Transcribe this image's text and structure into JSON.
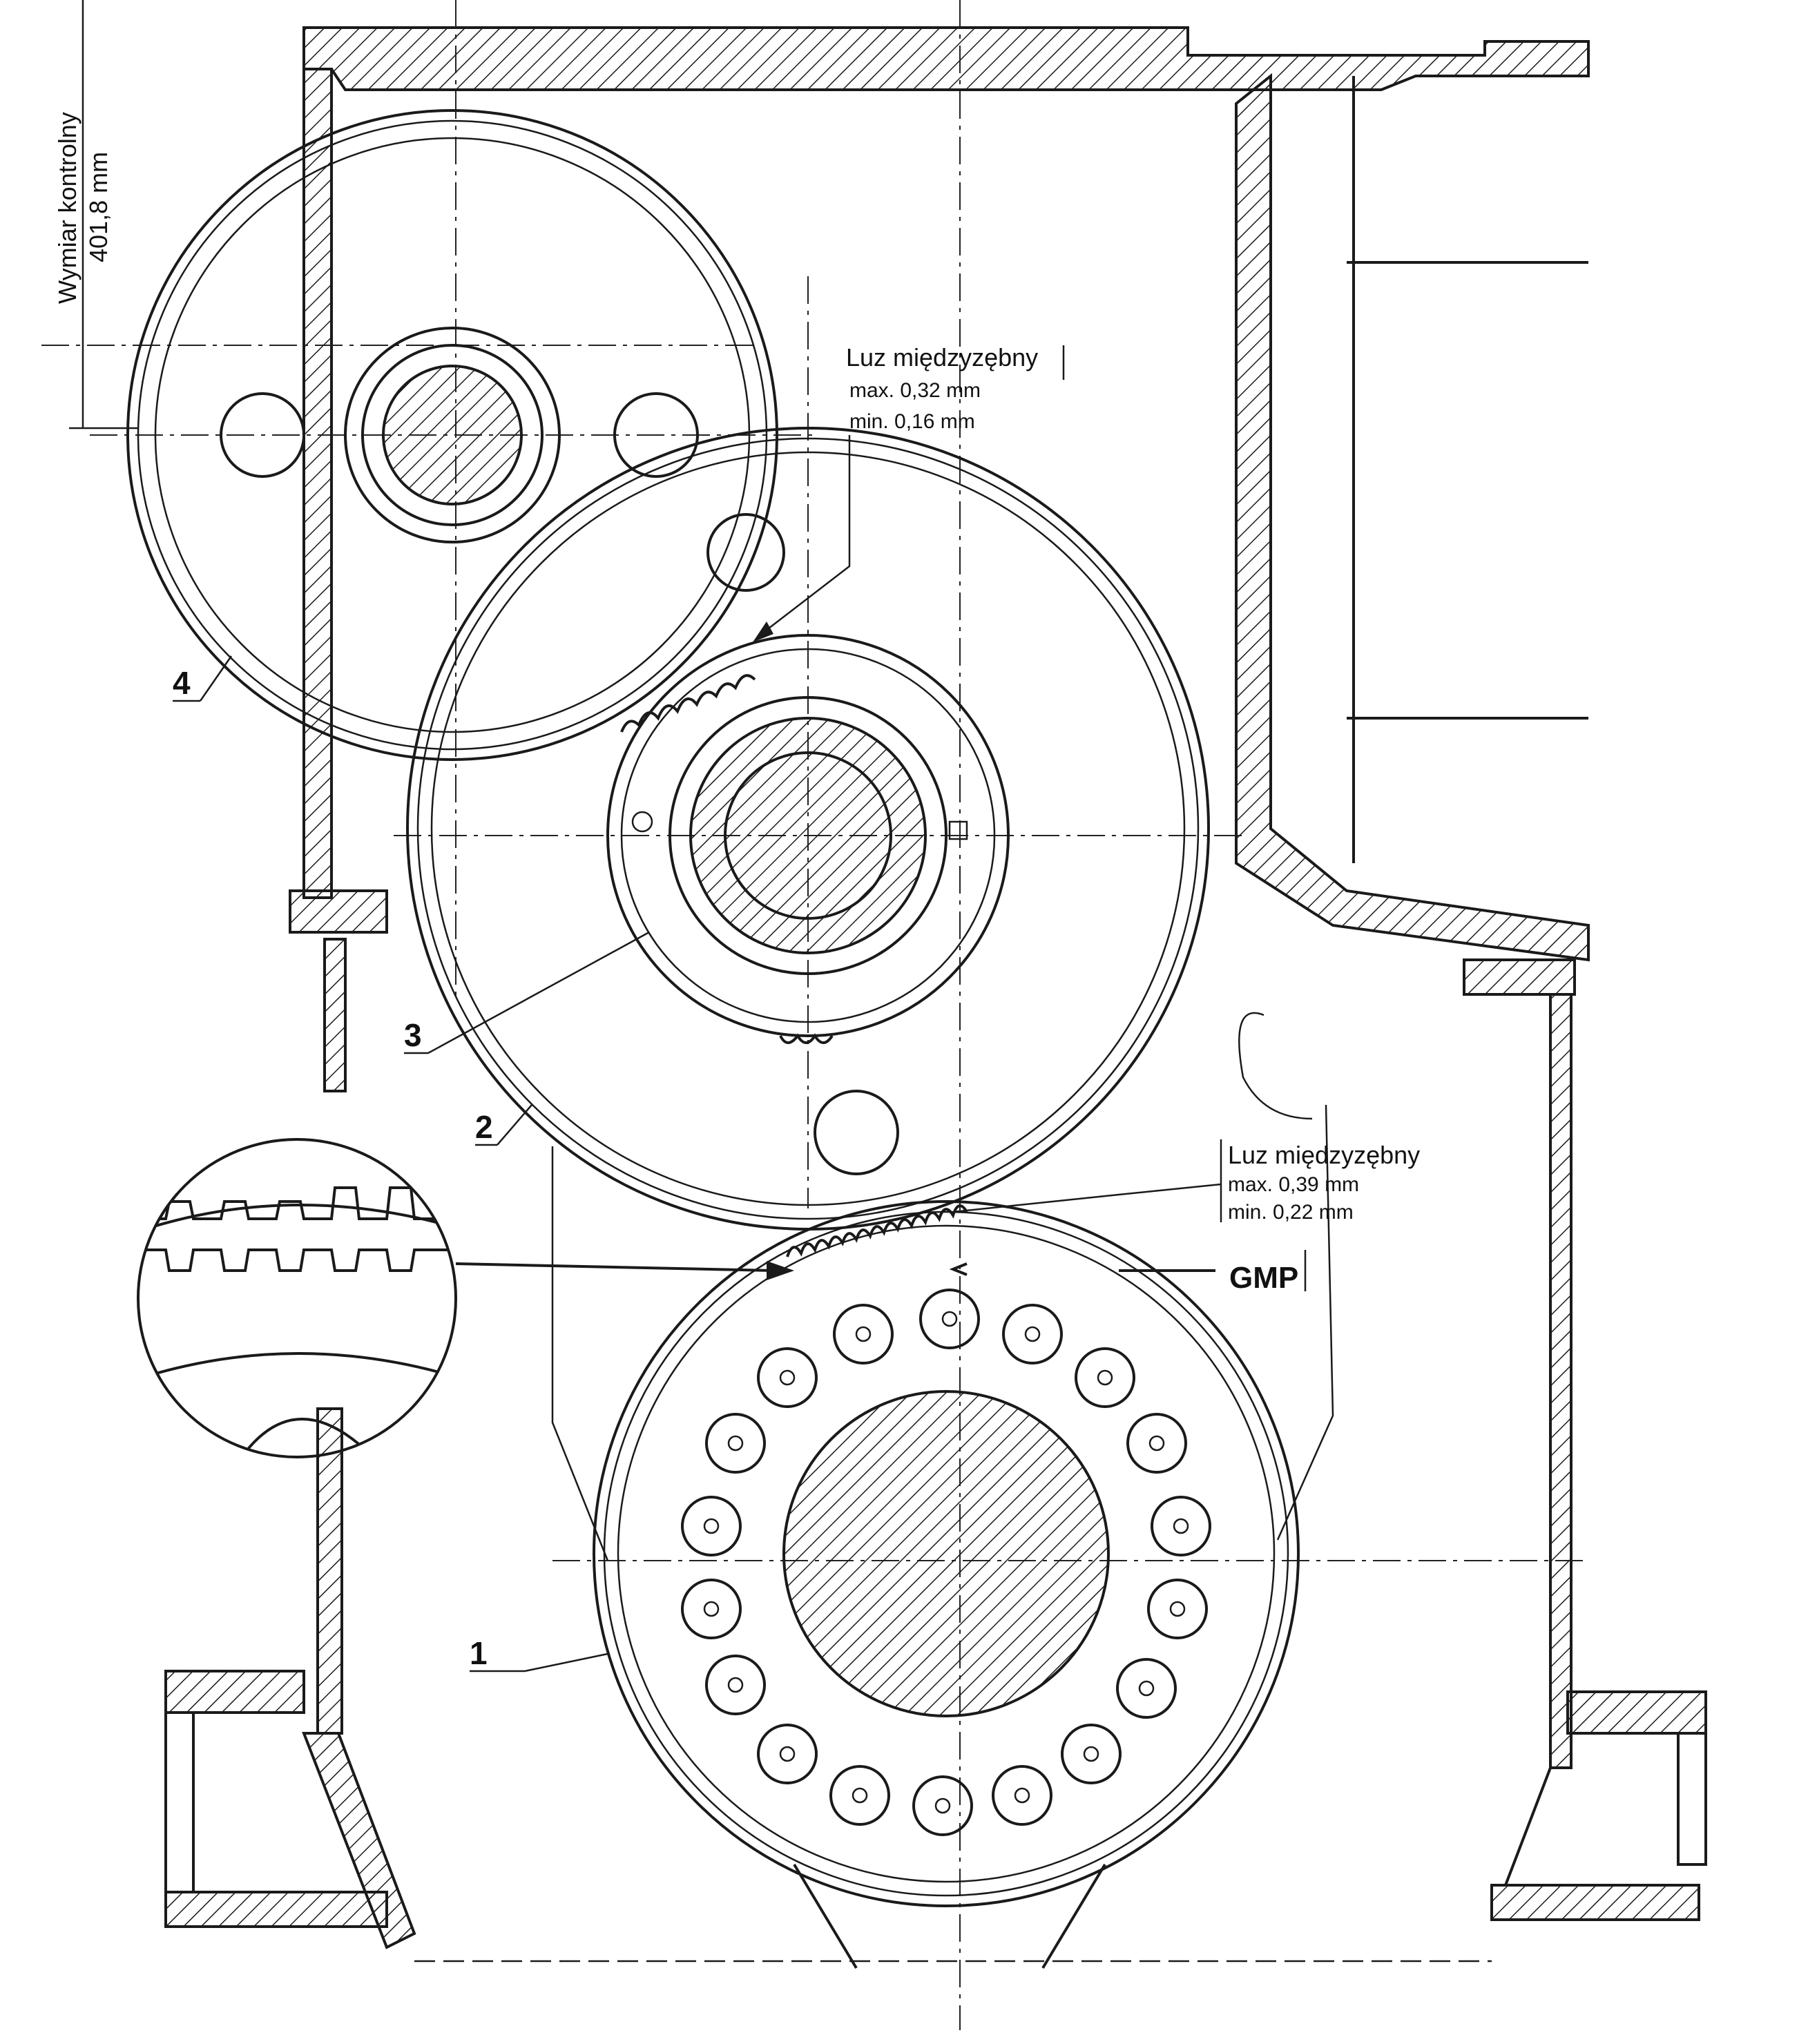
{
  "control_dimension": {
    "label": "Wymiar kontrolny",
    "value": "401,8 mm"
  },
  "backlash_upper": {
    "title": "Luz międzyzębny",
    "max": "max. 0,32 mm",
    "min": "min. 0,16 mm"
  },
  "backlash_lower": {
    "title": "Luz międzyzębny",
    "max": "max. 0,39 mm",
    "min": "min. 0,22 mm"
  },
  "gmp_label": "GMP",
  "part_labels": {
    "p1": "1",
    "p2": "2",
    "p3": "3",
    "p4": "4"
  },
  "colors": {
    "ink": "#1a1a1a",
    "paper": "#ffffff"
  }
}
